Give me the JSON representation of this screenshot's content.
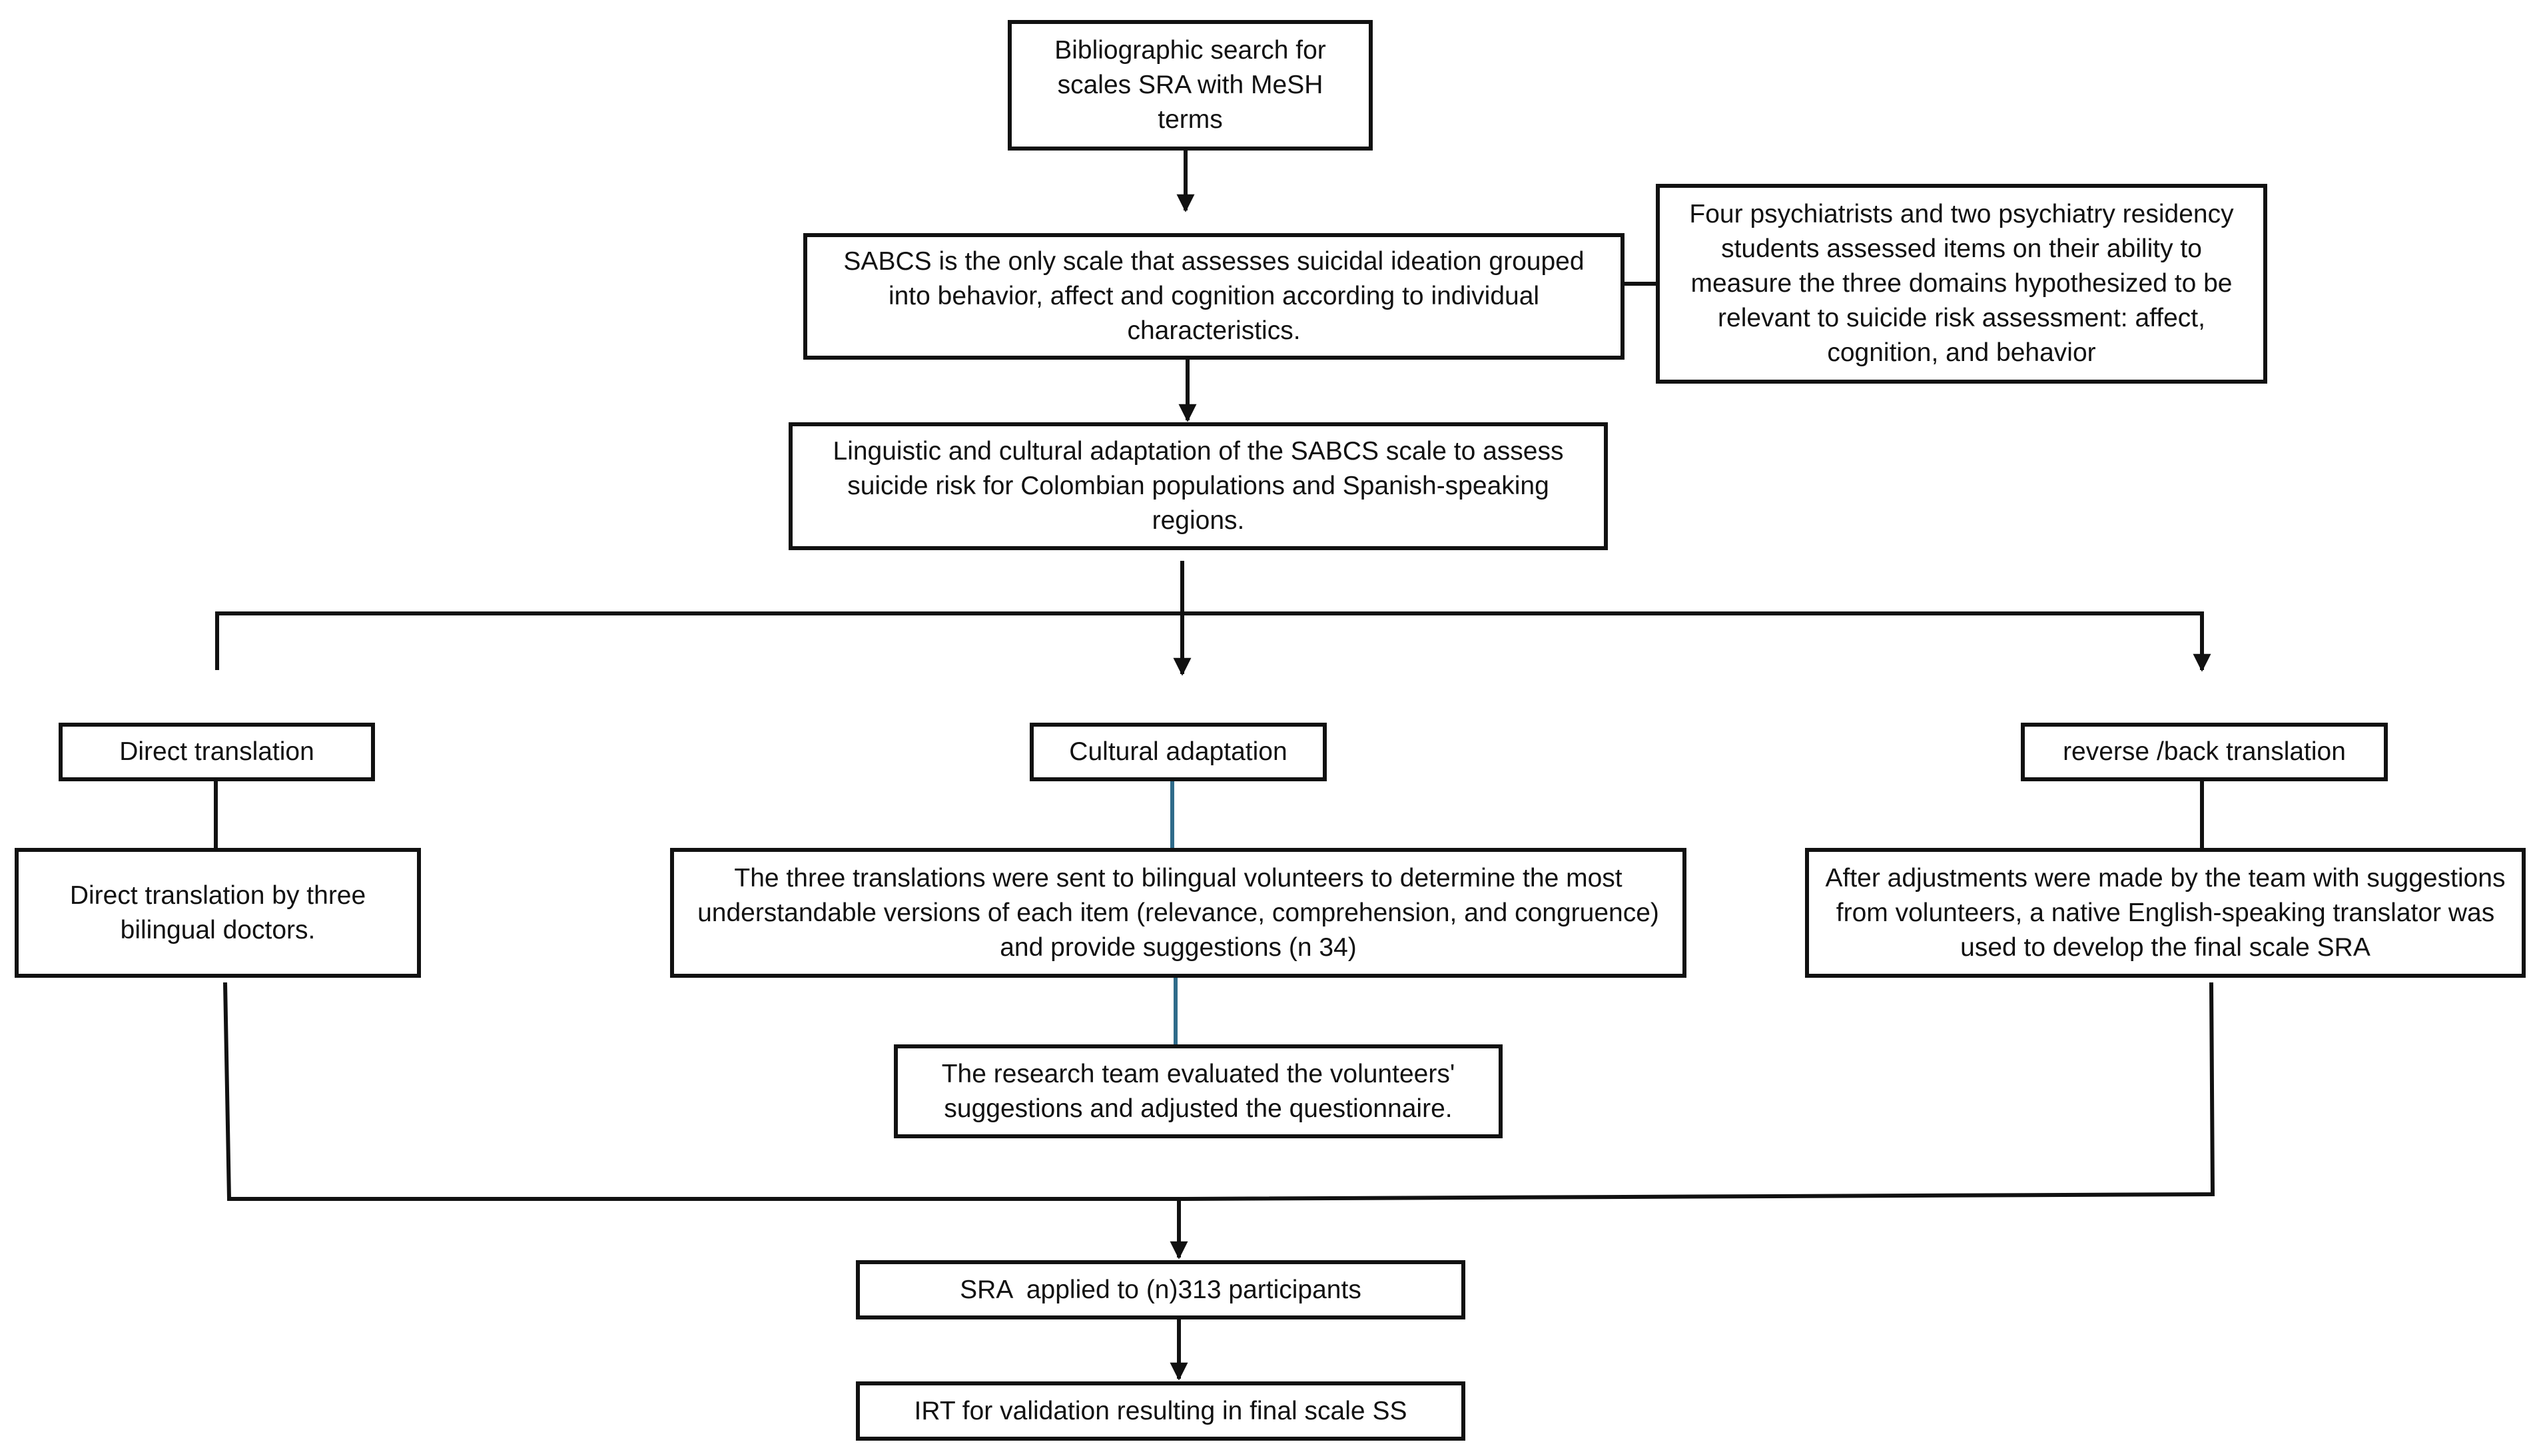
{
  "colors": {
    "box_border": "#111111",
    "arrow": "#111111",
    "connector_accent": "#2f6b8a"
  },
  "nodes": {
    "bibliographic_search": "Bibliographic search for scales SRA with MeSH terms",
    "sabcs_only_scale": "SABCS is the only scale that assesses suicidal ideation grouped into behavior, affect and cognition according to individual characteristics.",
    "psychiatrists_assessment": "Four psychiatrists and two psychiatry residency students assessed items on their ability to measure the three domains hypothesized to be relevant to suicide risk assessment: affect, cognition, and behavior",
    "adaptation": "Linguistic and cultural adaptation of the SABCS scale to assess suicide risk for Colombian populations and Spanish-speaking regions.",
    "direct_translation": "Direct translation",
    "cultural_adaptation": "Cultural adaptation",
    "back_translation": "reverse /back translation",
    "direct_translation_detail": "Direct translation by three bilingual doctors.",
    "volunteers_detail": "The three translations were sent to bilingual volunteers to determine the most understandable versions of each item (relevance, comprehension, and congruence) and provide suggestions (n 34)",
    "research_team": "The research team evaluated the volunteers' suggestions and adjusted the questionnaire.",
    "back_translation_detail": "After adjustments were made by the team with suggestions from volunteers, a native English-speaking translator was used to develop the final scale SRA",
    "sra_applied": "SRA  applied to (n)313 participants",
    "irt_validation": "IRT for validation resulting in final scale SS"
  }
}
